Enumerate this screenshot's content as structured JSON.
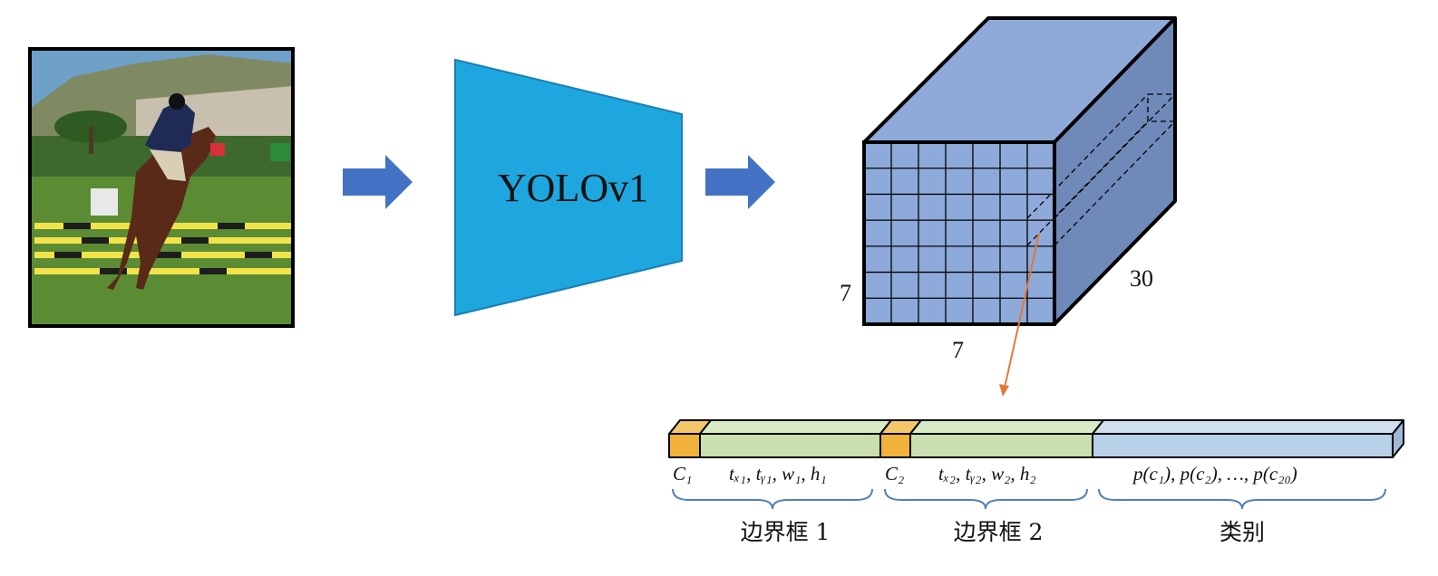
{
  "network": {
    "name": "YOLOv1"
  },
  "tensor": {
    "grid_rows": 7,
    "grid_cols": 7,
    "height_label": "7",
    "width_label": "7",
    "depth_label": "30"
  },
  "vector": {
    "segments": [
      {
        "id": "c1",
        "color": "#f0b23a"
      },
      {
        "id": "box1",
        "color": "#c9dfb0"
      },
      {
        "id": "c2",
        "color": "#f0b23a"
      },
      {
        "id": "box2",
        "color": "#c9dfb0"
      },
      {
        "id": "classes",
        "color": "#b8d0e8"
      }
    ],
    "labels": {
      "c1": "C₁",
      "box1": "tₓ₁, tᵧ₁, w₁, h₁",
      "c2": "C₂",
      "box2": "tₓ₂, tᵧ₂, w₂, h₂",
      "classes": "p(c₁), p(c₂), …, p(c₂₀)"
    },
    "groups": {
      "box1": "边界框 1",
      "box2": "边界框 2",
      "classes": "类别"
    }
  },
  "colors": {
    "arrow": "#4472c4",
    "yolo_fill": "#1ea7df",
    "cube_front": "#8eaadb",
    "cube_top": "#8fa9d8",
    "cube_side": "#6f8ab8",
    "pointer": "#e07a3a",
    "brace": "#4f81bd"
  }
}
